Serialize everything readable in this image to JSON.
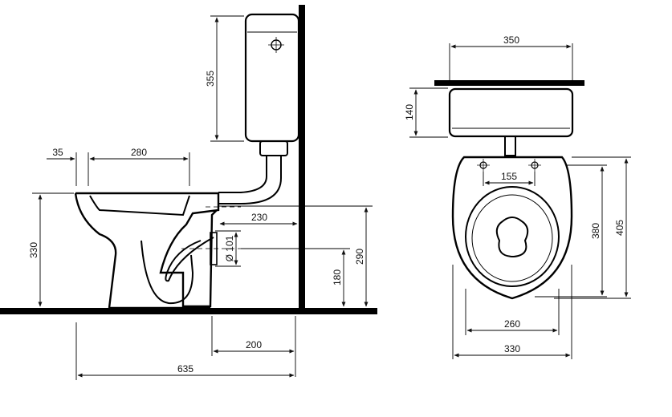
{
  "side_view": {
    "tank_height": "355",
    "rim_offset": "35",
    "bowl_length": "280",
    "rim_height": "330",
    "outlet_to_wall": "230",
    "outlet_diameter": "Ø 101",
    "outlet_height": "180",
    "inlet_height": "290",
    "outlet_floor_distance": "200",
    "total_depth": "635"
  },
  "top_view": {
    "tank_width": "350",
    "tank_depth": "140",
    "bolt_spacing": "155",
    "seat_length": "380",
    "total_length": "405",
    "seat_width": "260",
    "bowl_width": "330"
  }
}
